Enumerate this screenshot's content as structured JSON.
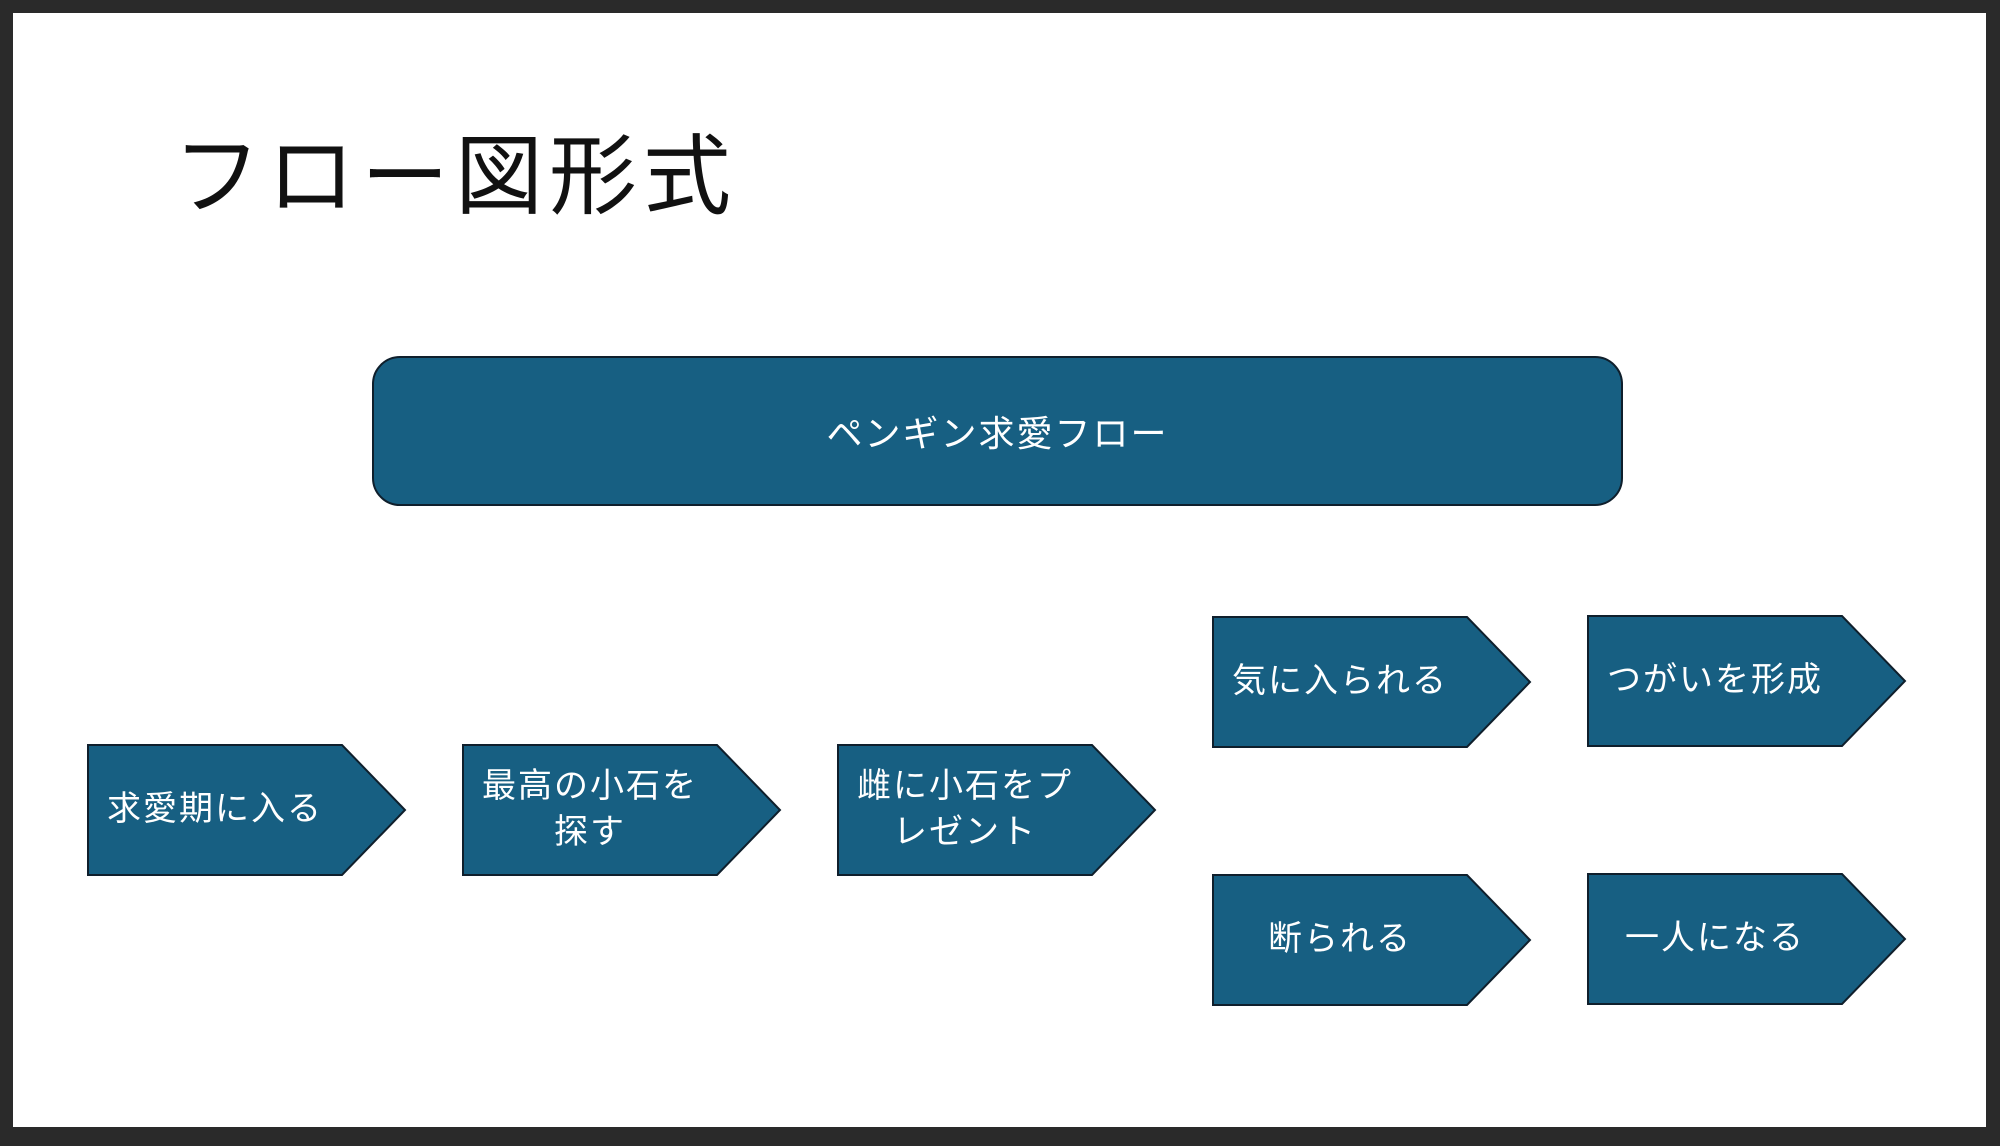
{
  "slide": {
    "title": "フロー図形式"
  },
  "diagram": {
    "header": "ペンギン求愛フロー",
    "steps": [
      {
        "id": "s1",
        "label": "求愛期に入る"
      },
      {
        "id": "s2",
        "label": "最高の小石を\n探す"
      },
      {
        "id": "s3",
        "label": "雌に小石をプ\nレゼント"
      },
      {
        "id": "s4",
        "label": "気に入られる"
      },
      {
        "id": "s5",
        "label": "断られる"
      },
      {
        "id": "s6",
        "label": "つがいを形成"
      },
      {
        "id": "s7",
        "label": "一人になる"
      }
    ]
  },
  "colors": {
    "shape_fill": "#175f82",
    "shape_border": "#0f1f2c",
    "text_on_shape": "#ffffff",
    "slide_background": "#ffffff",
    "frame_background": "#2a2a2a"
  }
}
